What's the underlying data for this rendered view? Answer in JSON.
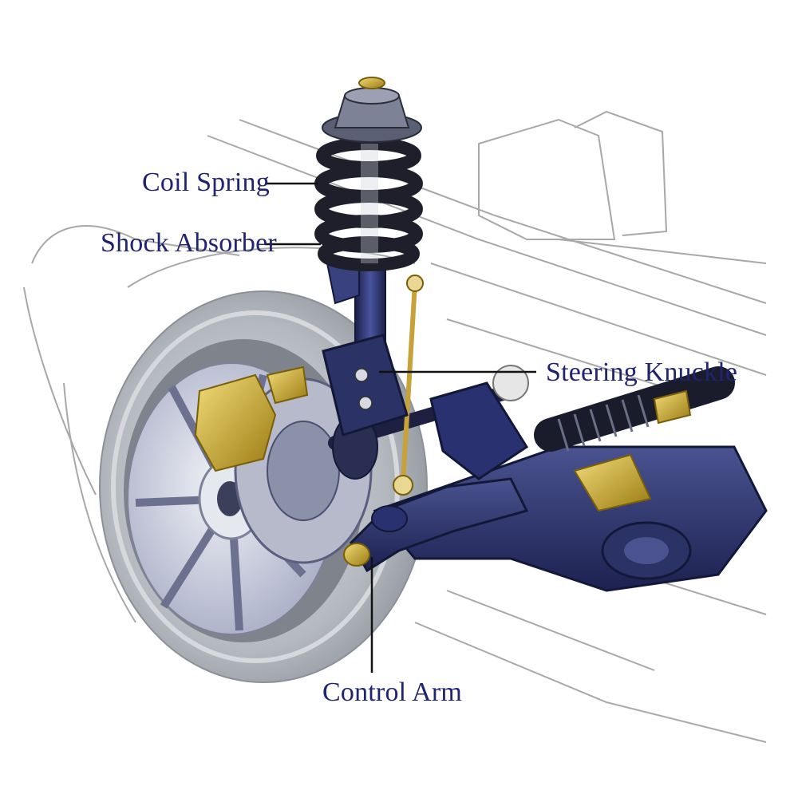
{
  "diagram": {
    "labels": {
      "coil_spring": "Coil Spring",
      "shock_absorber": "Shock Absorber",
      "steering_knuckle": "Steering Knuckle",
      "control_arm": "Control Arm"
    },
    "colors": {
      "label_text": "#1f2370",
      "leader_line": "#111111",
      "tire": "#b9bcc2",
      "rim": "#c9ccd8",
      "rotor": "#9aa0b8",
      "strut_blue": "#2c3468",
      "spring": "#1e1f2a",
      "caliper_gold": "#c8a82a",
      "outline": "#9a9a9a"
    }
  }
}
